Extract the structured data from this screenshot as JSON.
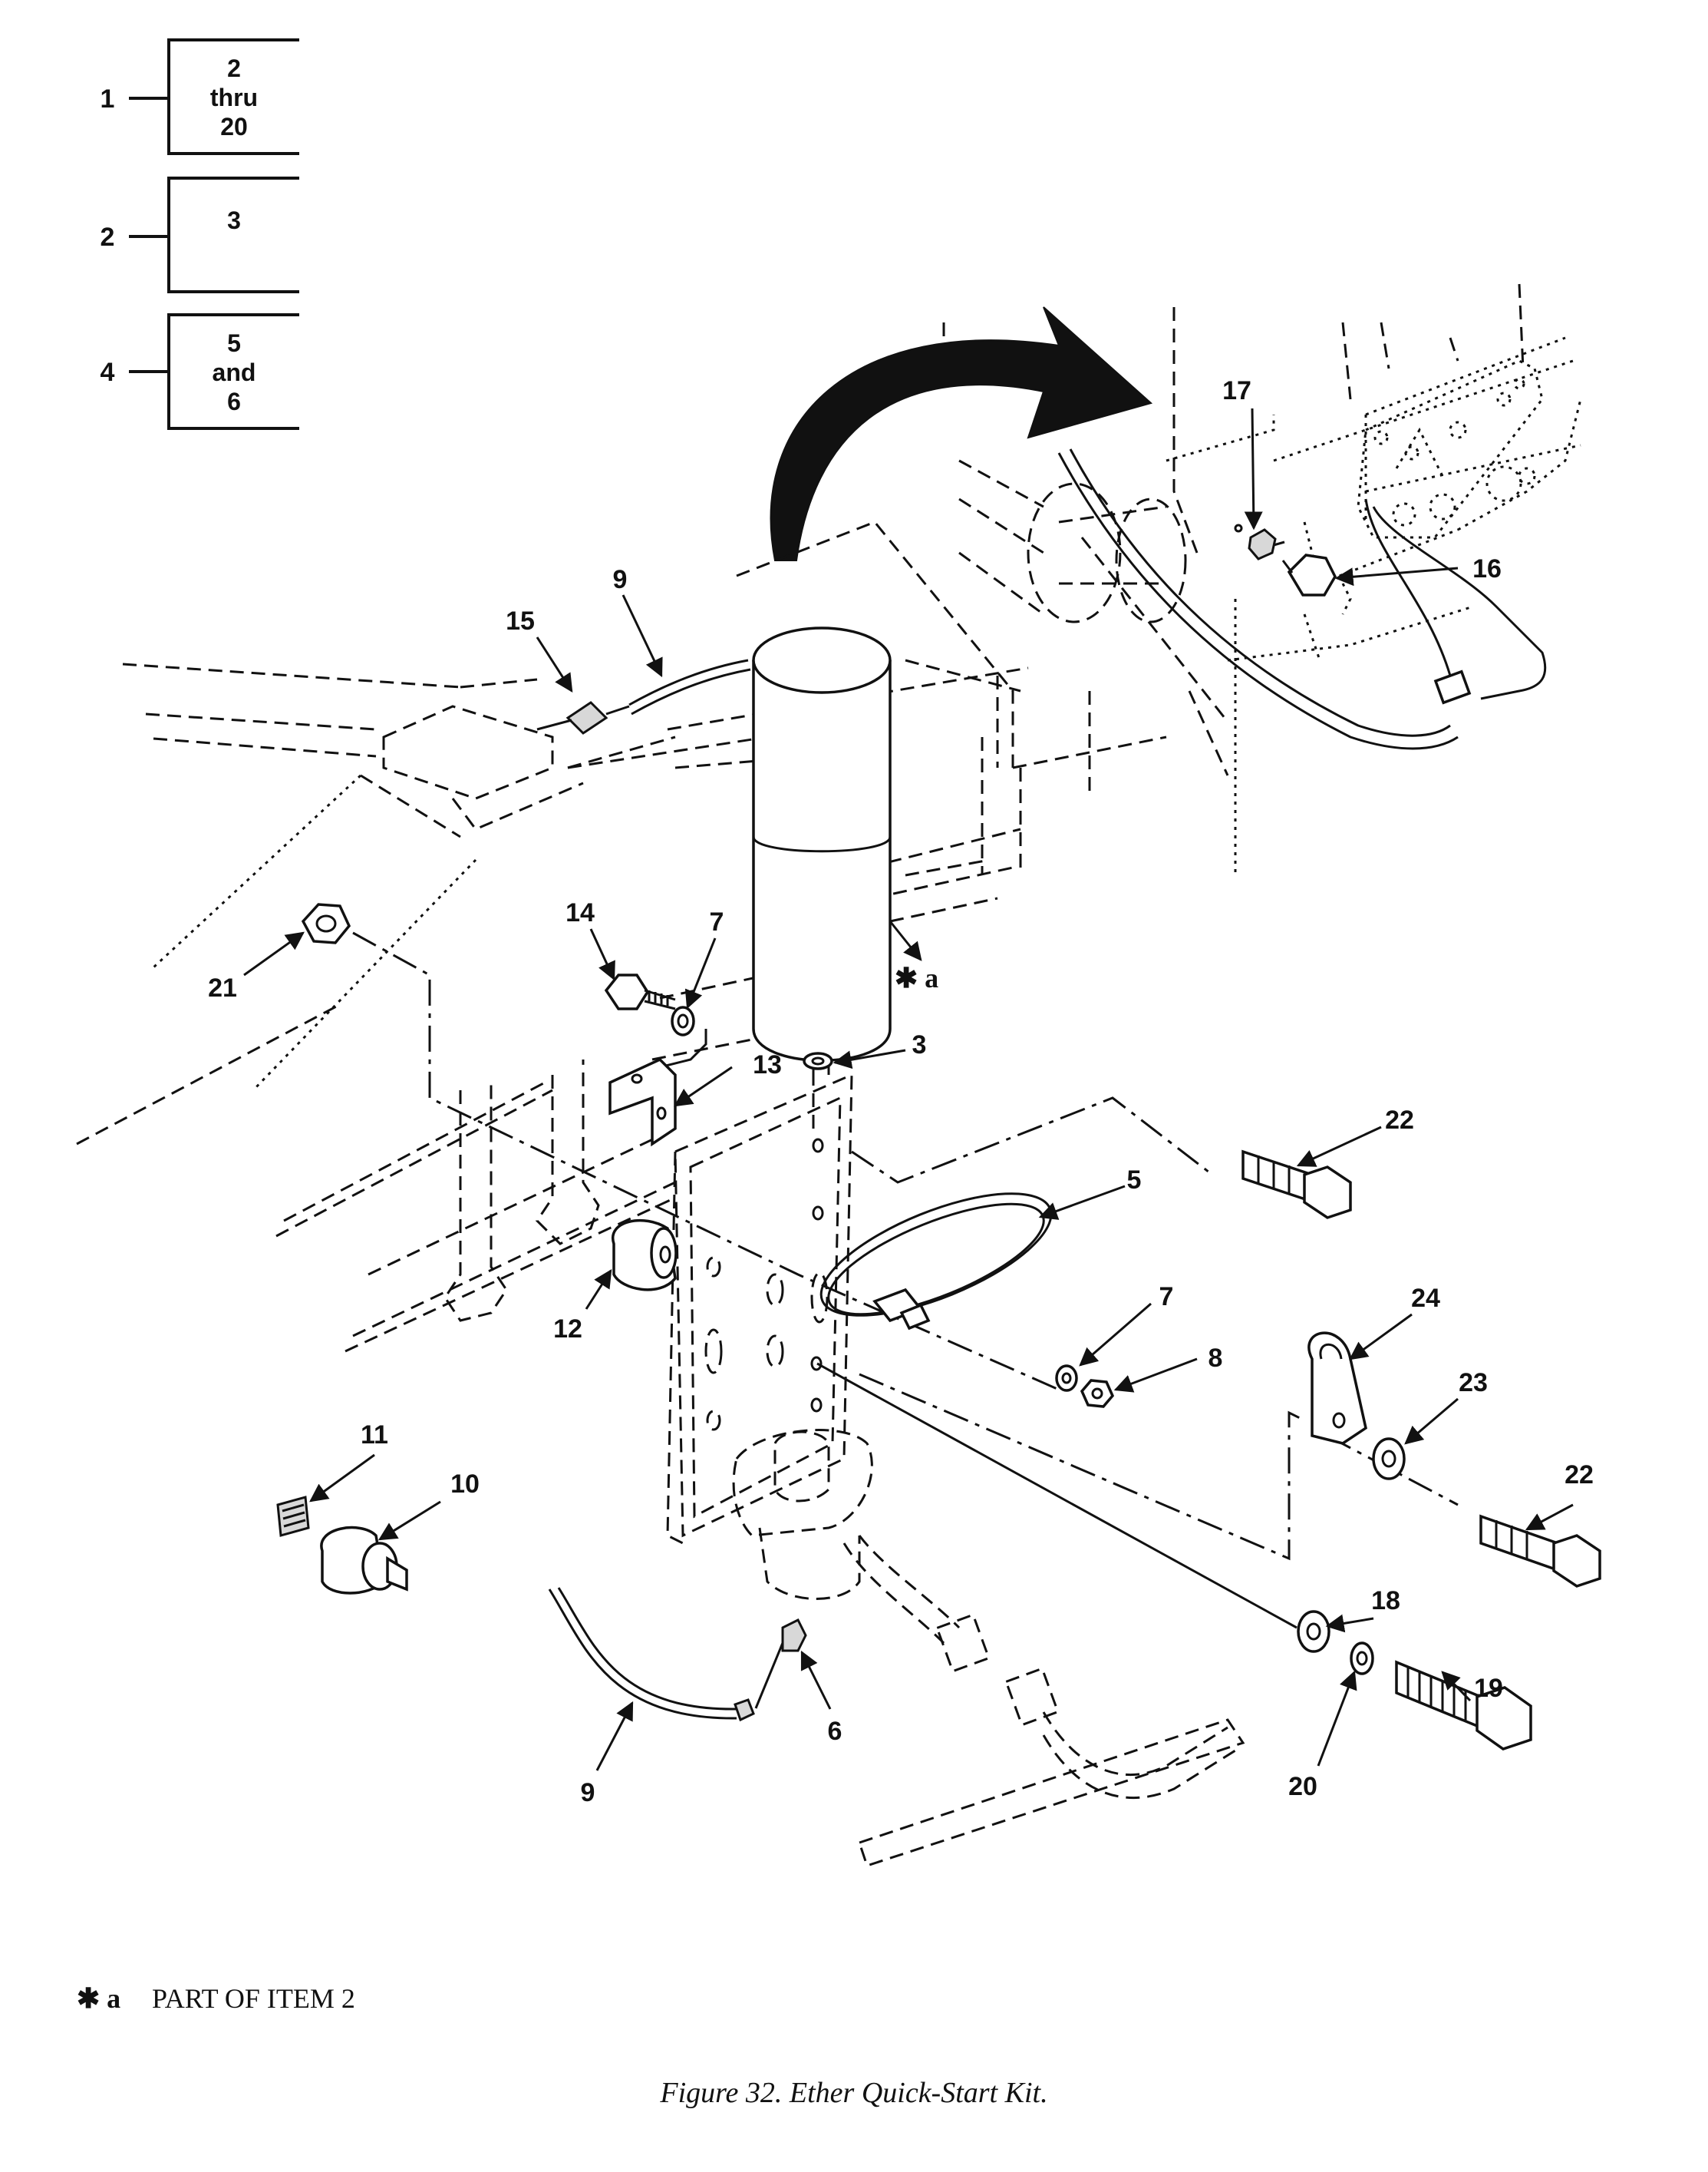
{
  "key_boxes": [
    {
      "item": "1",
      "contents": [
        "2",
        "thru",
        "20"
      ]
    },
    {
      "item": "2",
      "contents": [
        "3"
      ]
    },
    {
      "item": "4",
      "contents": [
        "5",
        "and",
        "6"
      ]
    }
  ],
  "callouts": [
    {
      "id": "c17",
      "text": "17"
    },
    {
      "id": "c16",
      "text": "16"
    },
    {
      "id": "c9a",
      "text": "9"
    },
    {
      "id": "c15",
      "text": "15"
    },
    {
      "id": "c14",
      "text": "14"
    },
    {
      "id": "c7a",
      "text": "7"
    },
    {
      "id": "c21",
      "text": "21"
    },
    {
      "id": "c13",
      "text": "13"
    },
    {
      "id": "c3",
      "text": "3"
    },
    {
      "id": "c22a",
      "text": "22"
    },
    {
      "id": "c5",
      "text": "5"
    },
    {
      "id": "c7b",
      "text": "7"
    },
    {
      "id": "c8",
      "text": "8"
    },
    {
      "id": "c12",
      "text": "12"
    },
    {
      "id": "c24",
      "text": "24"
    },
    {
      "id": "c23",
      "text": "23"
    },
    {
      "id": "c22b",
      "text": "22"
    },
    {
      "id": "c11",
      "text": "11"
    },
    {
      "id": "c10",
      "text": "10"
    },
    {
      "id": "c18",
      "text": "18"
    },
    {
      "id": "c19",
      "text": "19"
    },
    {
      "id": "c20",
      "text": "20"
    },
    {
      "id": "c6",
      "text": "6"
    },
    {
      "id": "c9b",
      "text": "9"
    }
  ],
  "cylinder_marker": "✱ a",
  "footnote": {
    "marker": "✱ a",
    "text": "PART OF ITEM 2"
  },
  "caption": "Figure 32. Ether Quick-Start Kit."
}
